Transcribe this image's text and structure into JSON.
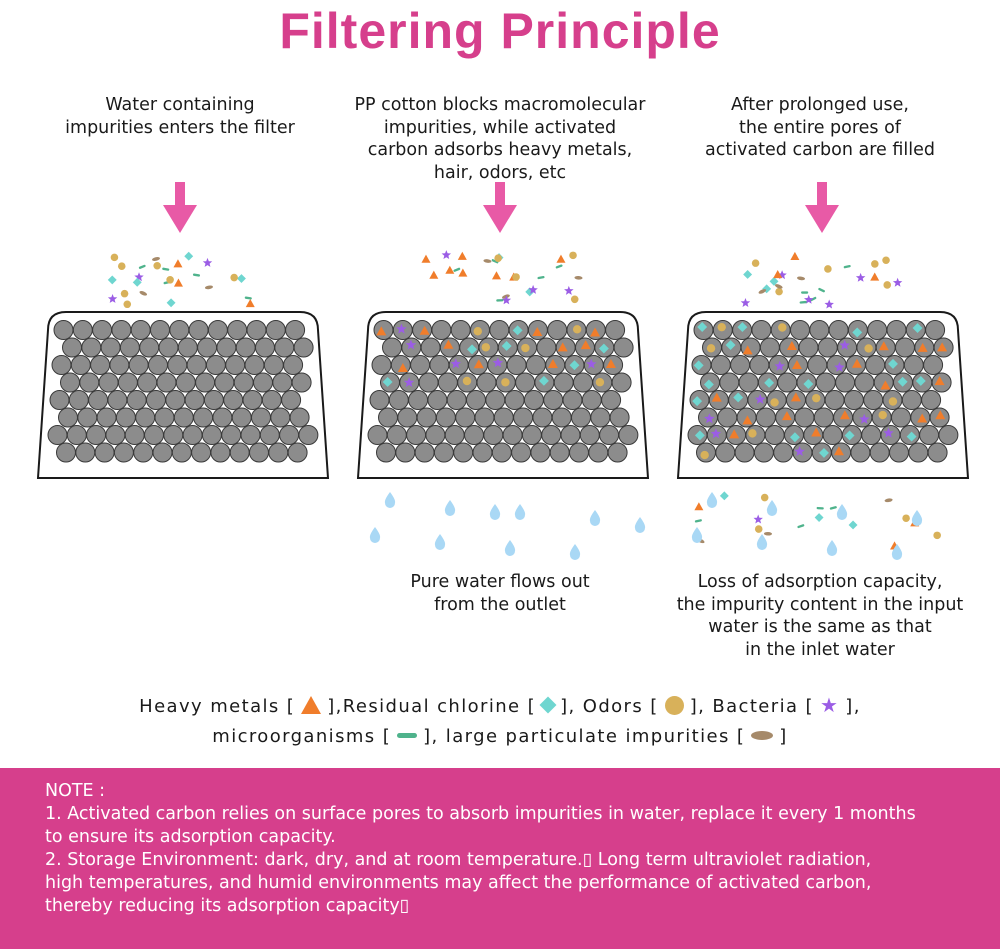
{
  "title": "Filtering Principle",
  "steps": [
    {
      "text": "Water containing\nimpurities enters the filter"
    },
    {
      "text": "PP cotton blocks macromolecular\nimpurities, while activated\ncarbon adsorbs heavy metals,\nhair, odors, etc"
    },
    {
      "text": "After prolonged use,\nthe entire pores of\nactivated carbon are filled"
    }
  ],
  "outcomes": [
    {
      "text": "Pure water flows out\nfrom the outlet"
    },
    {
      "text": "Loss of adsorption capacity,\nthe impurity content in the input\nwater is the same as that\nin the inlet water"
    }
  ],
  "legend": {
    "items": [
      {
        "label": "Heavy metals",
        "shape": "triangle-icon",
        "color": "#f07d2b"
      },
      {
        "label": "Residual chlorine",
        "shape": "diamond-icon",
        "color": "#6fd6d0"
      },
      {
        "label": "Odors",
        "shape": "circle-icon",
        "color": "#d8b15a"
      },
      {
        "label": "Bacteria",
        "shape": "star-icon",
        "color": "#9b5de5"
      },
      {
        "label": "microorganisms",
        "shape": "bar-icon",
        "color": "#4fb38c"
      },
      {
        "label": "large particulate impurities",
        "shape": "oval-icon",
        "color": "#a68a6a"
      }
    ]
  },
  "colors": {
    "accent": "#d63f8c",
    "arrow": "#e85aa6",
    "carbon": "#8c8c8c",
    "water": "#a9d8f5",
    "note_bg": "#d63f8c"
  },
  "note": {
    "heading": "NOTE :",
    "lines": [
      "1. Activated carbon relies on surface pores to absorb impurities in water, replace it every 1 months",
      "to ensure its adsorption capacity.",
      "2. Storage Environment: dark, dry, and at room temperature.▯ Long term ultraviolet radiation,",
      "high temperatures, and humid environments may affect the performance of activated carbon,",
      "thereby reducing its adsorption capacity▯"
    ]
  }
}
